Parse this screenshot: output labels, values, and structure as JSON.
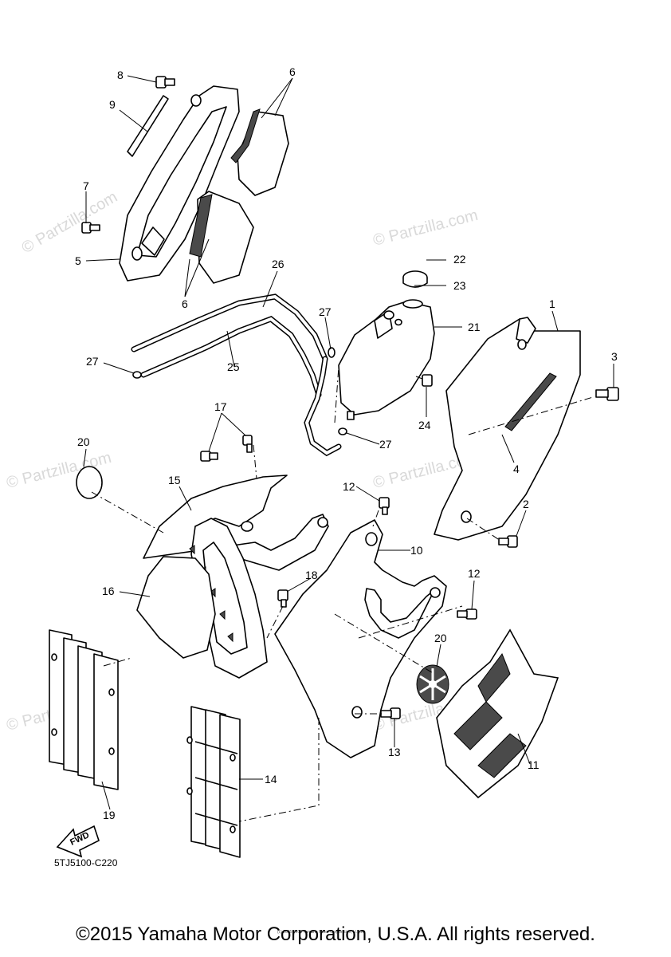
{
  "watermark": "© Partzilla.com",
  "diagram_code": "5TJ5100-C220",
  "fwd_label": "FWD",
  "fine_print": "(c) 2005-2016 Yamaha Motor Corporation, U.S.A.",
  "copyright": "©2015 Yamaha Motor Corporation, U.S.A. All rights reserved.",
  "callouts": {
    "c1": "1",
    "c2": "2",
    "c3": "3",
    "c4": "4",
    "c5": "5",
    "c6a": "6",
    "c6b": "6",
    "c7": "7",
    "c8": "8",
    "c9": "9",
    "c10": "10",
    "c11": "11",
    "c12a": "12",
    "c12b": "12",
    "c13": "13",
    "c14": "14",
    "c15": "15",
    "c16": "16",
    "c17": "17",
    "c18": "18",
    "c19": "19",
    "c20a": "20",
    "c20b": "20",
    "c21": "21",
    "c22": "22",
    "c23": "23",
    "c24": "24",
    "c25": "25",
    "c26": "26",
    "c27a": "27",
    "c27b": "27",
    "c27c": "27"
  }
}
